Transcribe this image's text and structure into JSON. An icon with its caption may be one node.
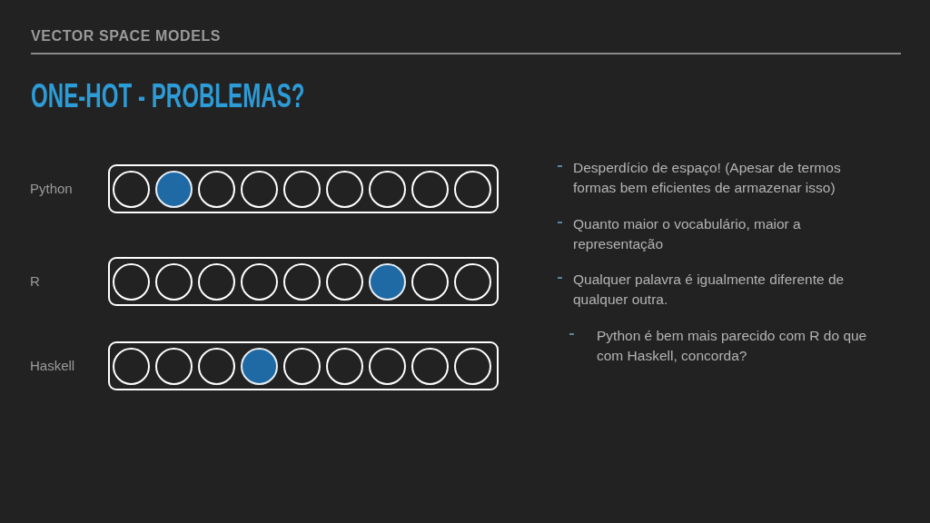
{
  "diagram": {
    "title": "ONE-HOT - PROBLEMAS?",
    "nodes": [
      {
        "text": [],
        "shape": "bar"
      },
      {
        "text": [],
        "shape": "circle",
        "in": 0
      },
      {
        "text": [],
        "shape": "disc",
        "in": 0
      },
      {
        "text": [],
        "shape": "circle",
        "in": 0
      },
      {
        "text": [],
        "shape": "circle",
        "in": 0
      },
      {
        "text": [],
        "shape": "circle",
        "in": 0
      },
      {
        "text": [],
        "shape": "circle",
        "in": 0
      },
      {
        "text": [],
        "shape": "circle",
        "in": 0
      },
      {
        "text": [],
        "shape": "circle",
        "in": 0
      },
      {
        "text": [],
        "shape": "circle",
        "in": 0
      },
      {
        "text": [],
        "shape": "bar"
      },
      {
        "text": [],
        "shape": "circle",
        "in": 10
      },
      {
        "text": [],
        "shape": "circle",
        "in": 10
      },
      {
        "text": [],
        "shape": "circle",
        "in": 10
      },
      {
        "text": [],
        "shape": "circle",
        "in": 10
      },
      {
        "text": [],
        "shape": "circle",
        "in": 10
      },
      {
        "text": [],
        "shape": "circle",
        "in": 10
      },
      {
        "text": [],
        "shape": "disc",
        "in": 10
      },
      {
        "text": [],
        "shape": "circle",
        "in": 10
      },
      {
        "text": [],
        "shape": "circle",
        "in": 10
      },
      {
        "text": [],
        "shape": "bar"
      },
      {
        "text": [],
        "shape": "circle",
        "in": 20
      },
      {
        "text": [],
        "shape": "circle",
        "in": 20
      },
      {
        "text": [],
        "shape": "circle",
        "in": 20
      },
      {
        "text": [],
        "shape": "disc",
        "in": 20
      },
      {
        "text": [],
        "shape": "circle",
        "in": 20
      },
      {
        "text": [],
        "shape": "circle",
        "in": 20
      },
      {
        "text": [],
        "shape": "circle",
        "in": 20
      },
      {
        "text": [],
        "shape": "circle",
        "in": 20
      },
      {
        "text": [],
        "shape": "circle",
        "in": 20
      }
    ],
    "labels": [
      "VECTOR SPACE MODELS",
      "Python",
      "R",
      "Haskell",
      "Desperdício de espaço! (Apesar de termos formas bem eficientes de armazenar isso)",
      "Quanto maior o vocabulário, maior a representação",
      "Qualquer palavra é igualmente diferente de qualquer outra.",
      "Python é bem mais parecido com R do que com Haskell, concorda?"
    ]
  }
}
